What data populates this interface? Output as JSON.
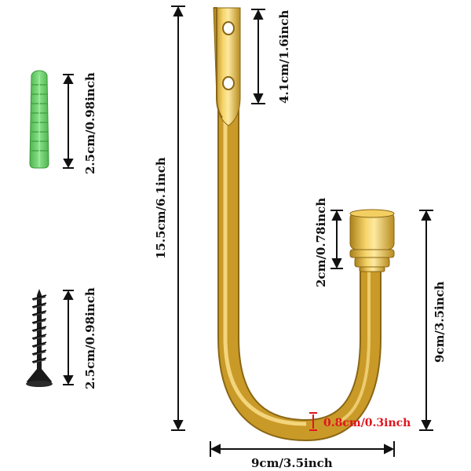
{
  "colors": {
    "gold_dark": "#a9801a",
    "gold_mid": "#e2b83a",
    "gold_light": "#fde9a0",
    "anchor_green": "#6cd36c",
    "screw_black": "#1a1a1a",
    "line": "#111111",
    "accent_red": "#e0141e"
  },
  "labels": {
    "mount_plate": "4.1cm/1.6inch",
    "total_height": "15.5cm/6.1inch",
    "end_cap": "2cm/0.78inch",
    "hook_height": "9cm/3.5inch",
    "thickness": "0.8cm/0.3inch",
    "width": "9cm/3.5inch",
    "anchor_length": "2.5cm/0.98inch",
    "screw_length": "2.5cm/0.98inch"
  },
  "icons": {
    "anchor": "wall-anchor-icon",
    "screw": "screw-icon",
    "hook": "tieback-hook-icon"
  }
}
